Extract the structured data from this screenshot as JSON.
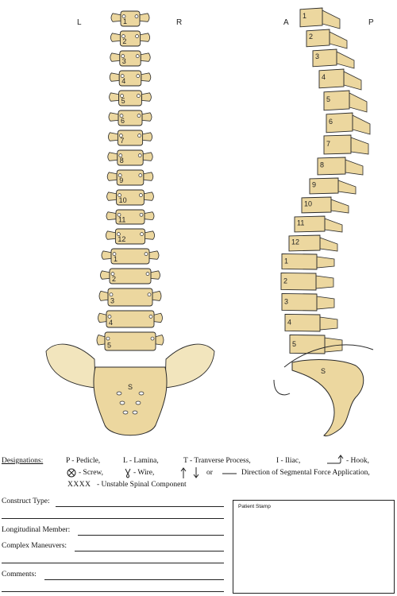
{
  "orientation": {
    "left": "L",
    "right": "R",
    "anterior": "A",
    "posterior": "P"
  },
  "posterior_view": {
    "vertebrae": [
      "1",
      "2",
      "3",
      "4",
      "5",
      "6",
      "7",
      "8",
      "9",
      "10",
      "11",
      "12",
      "1",
      "2",
      "3",
      "4",
      "5"
    ],
    "sacrum": "S"
  },
  "lateral_view": {
    "vertebrae": [
      "1",
      "2",
      "3",
      "4",
      "5",
      "6",
      "7",
      "8",
      "9",
      "10",
      "11",
      "12",
      "1",
      "2",
      "3",
      "4",
      "5"
    ],
    "sacrum": "S"
  },
  "legend": {
    "heading": "Designations:",
    "pedicle": "P - Pedicle,",
    "lamina": "L - Lamina,",
    "transverse": "T - Tranverse Process,",
    "iliac": "I - Iliac,",
    "hook": "- Hook,",
    "screw": "- Screw,",
    "wire": "- Wire,",
    "or": "or",
    "direction": "Direction of Segmental Force Application,",
    "unstable_symbol": "XXXX",
    "unstable": "- Unstable Spinal Component"
  },
  "form": {
    "construct_type": "Construct Type:",
    "longitudinal_member": "Longitudinal Member:",
    "complex_maneuvers": "Complex Maneuvers:",
    "comments": "Comments:",
    "patient_stamp": "Patient Stamp"
  },
  "colors": {
    "bone": "#ecd79f",
    "outline": "#2a2a2a"
  }
}
